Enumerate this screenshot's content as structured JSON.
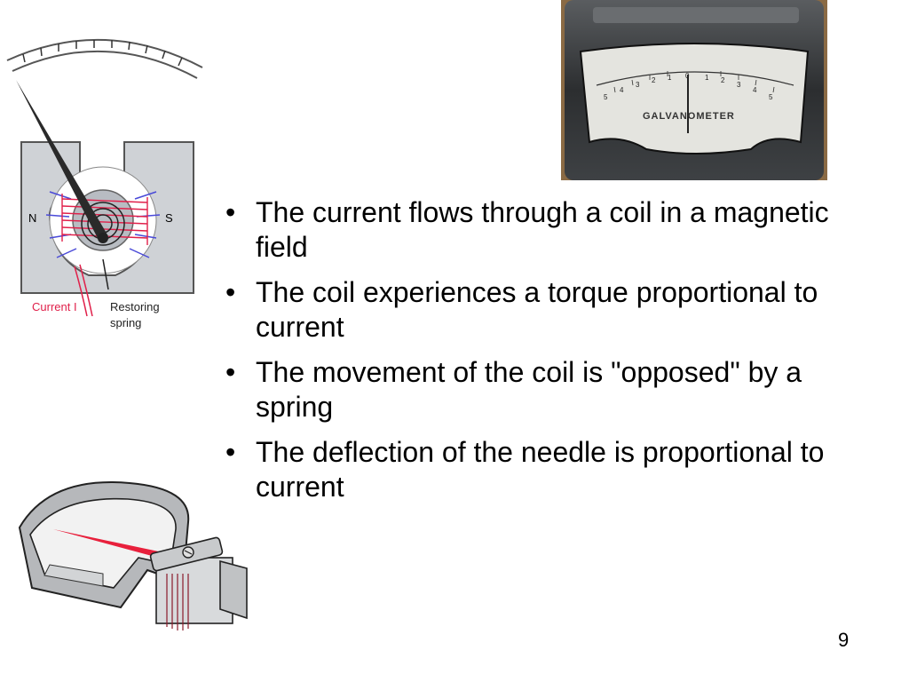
{
  "slide": {
    "bullets": [
      {
        "text": "The current flows through a coil in a magnetic field"
      },
      {
        "text": "The coil experiences a torque proportional to current"
      },
      {
        "text": "The movement of the coil is \"opposed\" by a spring"
      },
      {
        "text": "The deflection of the needle is proportional to current"
      }
    ],
    "page_number": "9"
  },
  "diagram": {
    "pole_north": "N",
    "pole_south": "S",
    "current_label": "Current I",
    "spring_label_line1": "Restoring",
    "spring_label_line2": "spring",
    "current_color": "#e0204a"
  },
  "photo": {
    "scale_left": [
      "5",
      "4",
      "3",
      "2",
      "1"
    ],
    "scale_zero": "0",
    "scale_right": [
      "1",
      "2",
      "3",
      "4",
      "5"
    ],
    "brand": "GALVANOMETER"
  },
  "colors": {
    "background": "#ffffff",
    "text": "#000000",
    "needle_red": "#e8203c"
  }
}
